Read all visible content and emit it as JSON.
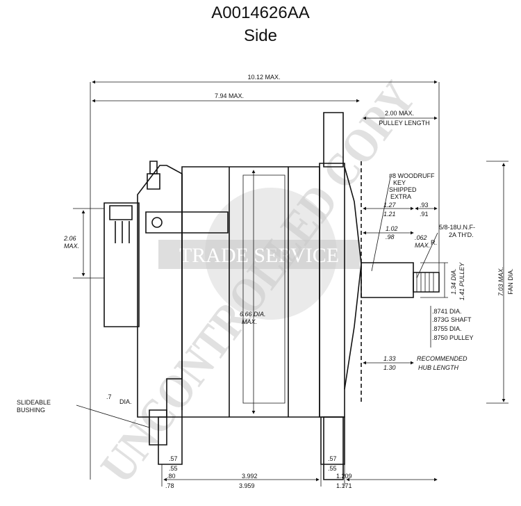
{
  "header": {
    "part_number": "A0014626AA",
    "view": "Side"
  },
  "watermark": {
    "diagonal": "UNCONTROLLED COPY",
    "logo": "TRADE SERVICE"
  },
  "dimensions": {
    "overall_length": "10.12 MAX.",
    "body_length": "7.94 MAX.",
    "pulley_length": "2.00 MAX.",
    "pulley_length_label": "PULLEY LENGTH",
    "key_note_1": "#8 WOODRUFF",
    "key_note_2": "KEY",
    "key_note_3": "SHIPPED",
    "key_note_4": "EXTRA",
    "d127": "1.27",
    "d121": "1.21",
    "d093": ".93",
    "d091": ".91",
    "d102": "1.02",
    "d098": ".98",
    "d062": ".062",
    "d062_max": "MAX.",
    "d062_r": "R.",
    "thread_1": "5/8-18U.N.F-",
    "thread_2": "2A TH'D.",
    "fan_dia_1": "7.03 MAX.",
    "fan_dia_2": "FAN DIA.",
    "dia_134": "1.34 DIA.",
    "dia_141": "1.41 PULLEY",
    "shaft_1": ".8741 DIA.",
    "shaft_2": ".873G SHAFT",
    "shaft_3": ".8755 DIA.",
    "shaft_4": ".8750 PULLEY",
    "hub_1": "1.33",
    "hub_2": "1.30",
    "hub_3": "RECOMMENDED",
    "hub_4": "HUB LENGTH",
    "terminal_h_1": "2.06",
    "terminal_h_2": "MAX.",
    "body_dia_1": "6.66 DIA.",
    "body_dia_2": "MAX.",
    "bushing_1": "SLIDEABLE",
    "bushing_2": "BUSHING",
    "bushing_dia": "DIA.",
    "bushing_dia_val": ".7",
    "foot_l_1": ".57",
    "foot_l_2": ".55",
    "foot_l_3": ".80",
    "foot_l_4": ".78",
    "foot_r_1": ".57",
    "foot_r_2": ".55",
    "span_1": "3.992",
    "span_2": "3.959",
    "rt_1": "1.209",
    "rt_2": "1.171"
  }
}
